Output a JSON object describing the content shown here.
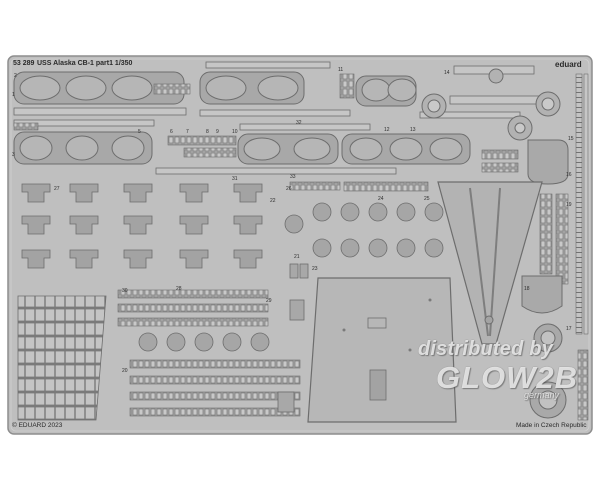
{
  "fret": {
    "product_code": "53 289",
    "product_title": "USS Alaska CB-1 part1   1/350",
    "brand": "eduard",
    "copyright": "© EDUARD 2023",
    "made_in": "Made in Czech Republic"
  },
  "watermark": {
    "line1": "distributed by",
    "line2": "GLOW2B",
    "line3": "germany"
  },
  "part_numbers": {
    "n1": "1",
    "n2": "2",
    "n3": "3",
    "n5": "5",
    "n6": "6",
    "n7": "7",
    "n8": "8",
    "n9": "9",
    "n10": "10",
    "n11": "11",
    "n12": "12",
    "n13": "13",
    "n14": "14",
    "n15": "15",
    "n16": "16",
    "n17": "17",
    "n18": "18",
    "n19": "19",
    "n20": "20",
    "n21": "21",
    "n22": "22",
    "n23": "23",
    "n24": "24",
    "n25": "25",
    "n26": "26",
    "n27": "27",
    "n28": "28",
    "n29": "29",
    "n30": "30",
    "n31": "31",
    "n32": "32",
    "n33": "33"
  },
  "colors": {
    "page_bg": "#ffffff",
    "fret": "#bfbfbf",
    "fret_edge": "#8e8e8e",
    "part": "#9e9e9e",
    "part_dark": "#7a7a7a",
    "part_light": "#d6d6d6"
  }
}
